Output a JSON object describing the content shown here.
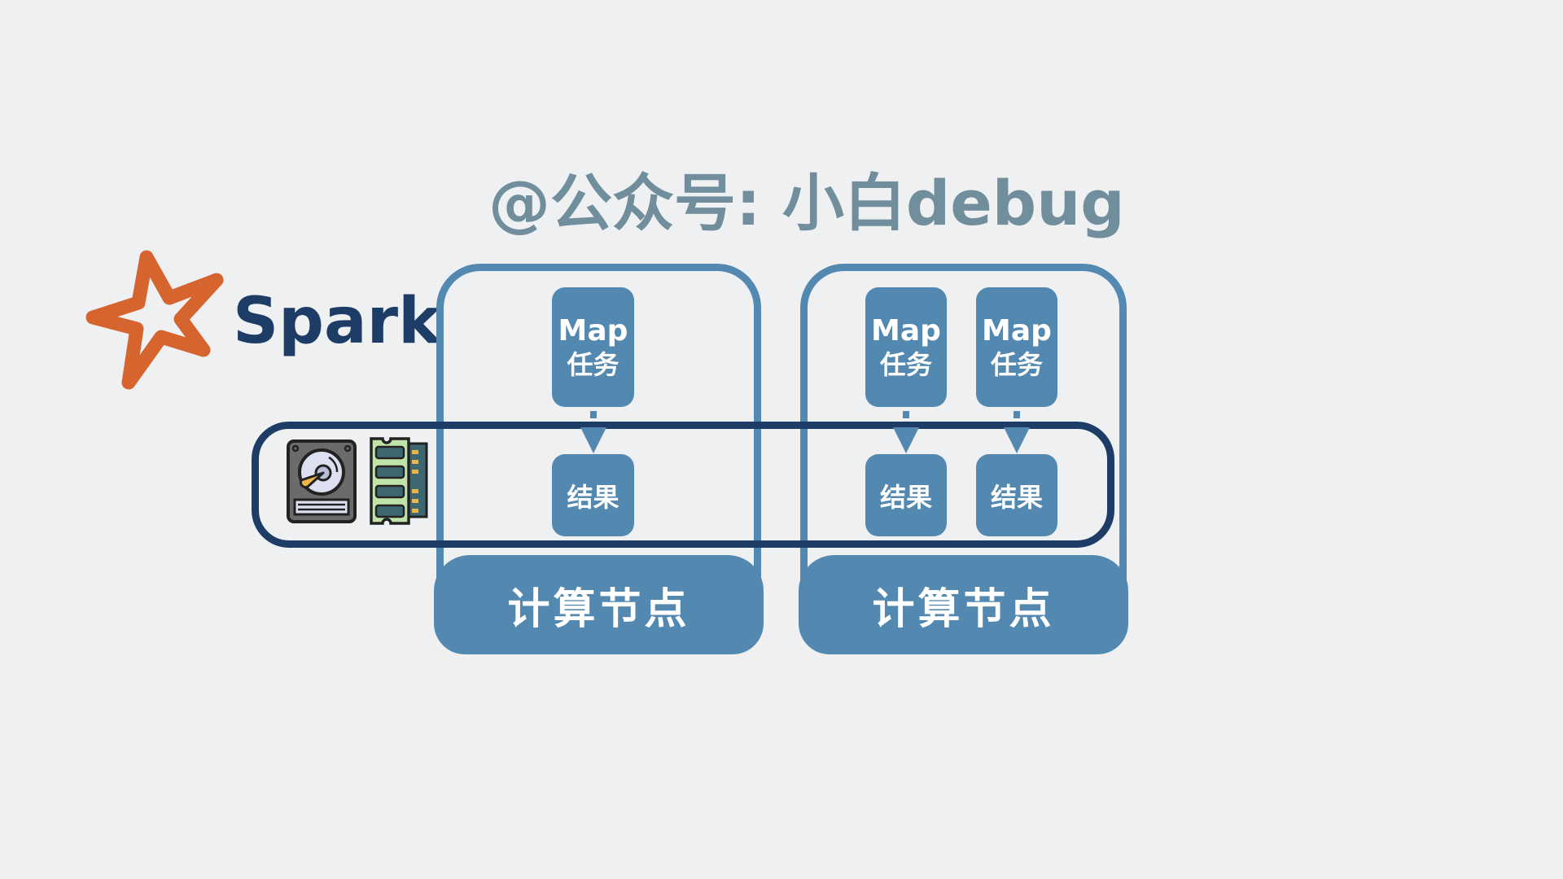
{
  "header": {
    "title": "@公众号: 小白debug"
  },
  "logo": {
    "icon": "spark-star-icon",
    "text": "Spark",
    "star_color": "#d6642f",
    "text_color": "#1e3d66"
  },
  "storage": {
    "icons": [
      "hard-disk-icon",
      "ram-memory-icon"
    ],
    "border_color": "#1e3d66"
  },
  "nodes": [
    {
      "label": "计算节点",
      "tasks": [
        {
          "line1": "Map",
          "line2": "任务",
          "result": "结果"
        }
      ]
    },
    {
      "label": "计算节点",
      "tasks": [
        {
          "line1": "Map",
          "line2": "任务",
          "result": "结果"
        },
        {
          "line1": "Map",
          "line2": "任务",
          "result": "结果"
        }
      ]
    }
  ],
  "colors": {
    "background": "#eff0f2",
    "node": "#5389b0",
    "title": "#718e9c"
  }
}
